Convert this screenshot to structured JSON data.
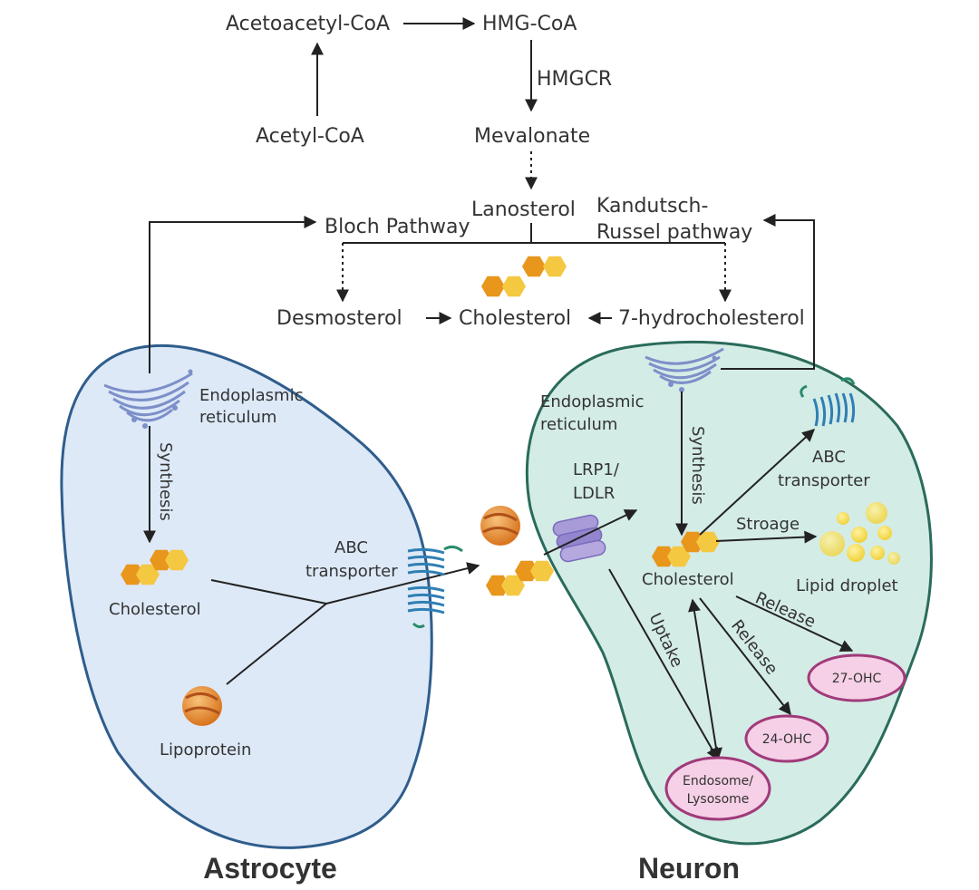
{
  "pathway": {
    "acetoacetyl_coa": "Acetoacetyl-CoA",
    "hmg_coa": "HMG-CoA",
    "acetyl_coa": "Acetyl-CoA",
    "hmgcr": "HMGCR",
    "mevalonate": "Mevalonate",
    "lanosterol": "Lanosterol",
    "bloch_pathway": "Bloch Pathway",
    "kandutsch_line1": "Kandutsch-",
    "kandutsch_line2": "Russel pathway",
    "desmosterol": "Desmosterol",
    "cholesterol": "Cholesterol",
    "hydrocholesterol": "7-hydrocholesterol"
  },
  "astrocyte": {
    "title": "Astrocyte",
    "er_line1": "Endoplasmic",
    "er_line2": "reticulum",
    "synthesis": "Synthesis",
    "cholesterol": "Cholesterol",
    "abc_line1": "ABC",
    "abc_line2": "transporter",
    "lipoprotein": "Lipoprotein"
  },
  "neuron": {
    "title": "Neuron",
    "er_line1": "Endoplasmic",
    "er_line2": "reticulum",
    "synthesis": "Synthesis",
    "lrp_line1": "LRP1/",
    "lrp_line2": "LDLR",
    "abc_line1": "ABC",
    "abc_line2": "transporter",
    "storage": "Stroage",
    "lipid_droplet": "Lipid droplet",
    "cholesterol": "Cholesterol",
    "release1": "Release",
    "release2": "Release",
    "uptake": "Uptake",
    "ohc27": "27-OHC",
    "ohc24": "24-OHC",
    "endosome_line1": "Endosome/",
    "endosome_line2": "Lysosome"
  },
  "colors": {
    "astrocyte_fill": "#dde9f7",
    "astrocyte_border": "#2f5d8c",
    "neuron_fill": "#d4ece6",
    "neuron_border": "#2a6b5b",
    "hexagon_orange": "#e8961c",
    "hexagon_yellow": "#f5c842",
    "er_color": "#7d8fc9",
    "transporter_blue": "#2f7fb5",
    "oval_fill": "#f5d0e6",
    "oval_border": "#a03a7a",
    "lipoprotein": "#e08a2c"
  }
}
